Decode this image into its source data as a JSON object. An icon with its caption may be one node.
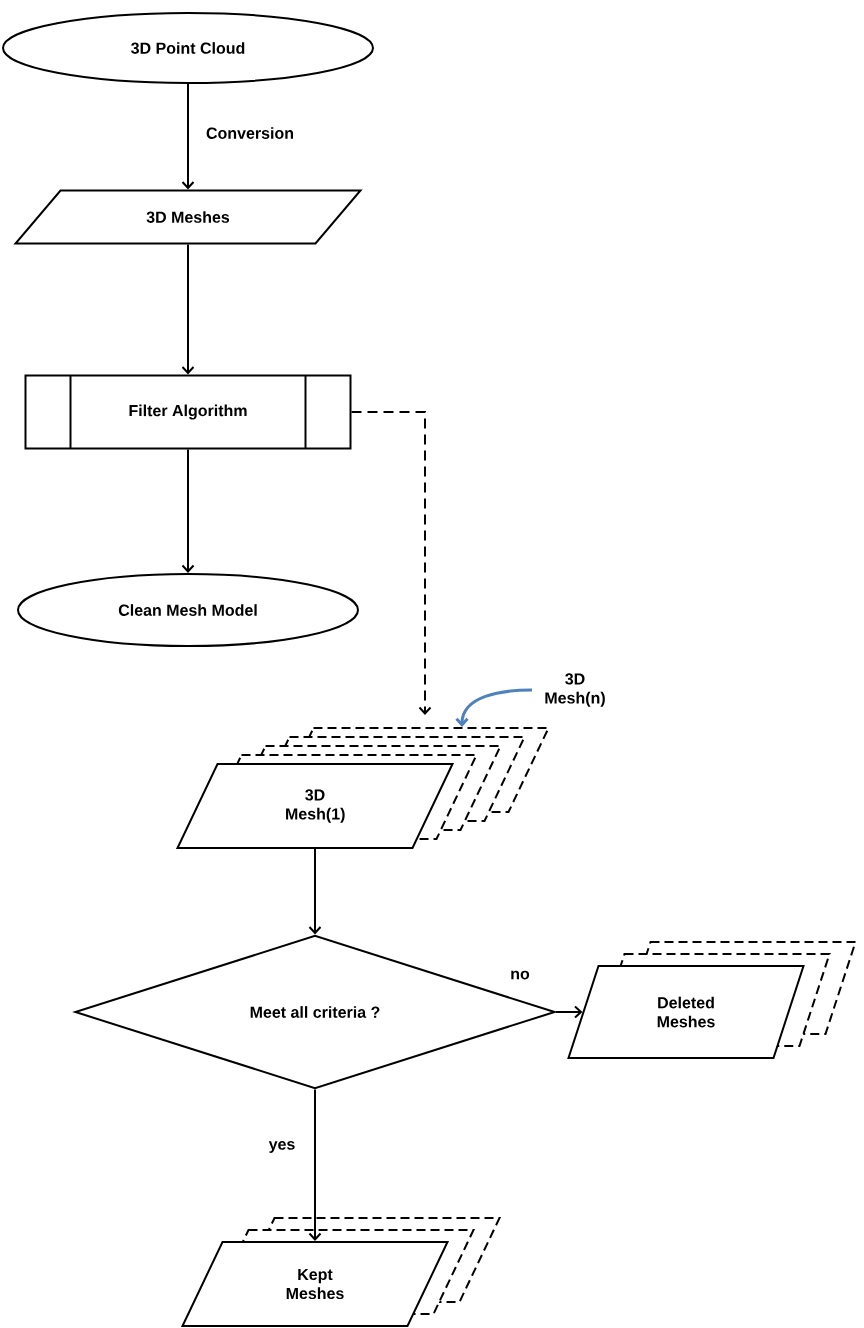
{
  "diagram": {
    "nodes": [
      {
        "text": [
          "3D Point Cloud"
        ]
      },
      {
        "text": [
          "3D Meshes"
        ]
      },
      {
        "text": [
          "Filter Algorithm"
        ]
      },
      {
        "text": [
          "Clean Mesh Model"
        ]
      },
      {
        "text": [
          "3D Mesh(1)"
        ]
      },
      {
        "text": [
          "3D Mesh(n)"
        ]
      },
      {
        "text": [
          "Meet all criteria ?"
        ]
      },
      {
        "text": [
          "Deleted Meshes"
        ]
      },
      {
        "text": [
          "Kept Meshes"
        ]
      }
    ],
    "edges": [
      {
        "from": 0,
        "to": 1,
        "arrow": "to",
        "label": "Conversion"
      },
      {
        "from": 1,
        "to": 2,
        "arrow": "to"
      },
      {
        "from": 2,
        "to": 3,
        "arrow": "to"
      },
      {
        "from": 2,
        "to": 4,
        "arrow": "to",
        "style": "dashed"
      },
      {
        "from": 5,
        "to": 4,
        "arrow": "to",
        "color": "#4f81bd"
      },
      {
        "from": 4,
        "to": 6,
        "arrow": "to"
      },
      {
        "from": 6,
        "to": 7,
        "arrow": "to",
        "label": "no"
      },
      {
        "from": 6,
        "to": 8,
        "arrow": "to",
        "label": "yes"
      }
    ]
  }
}
